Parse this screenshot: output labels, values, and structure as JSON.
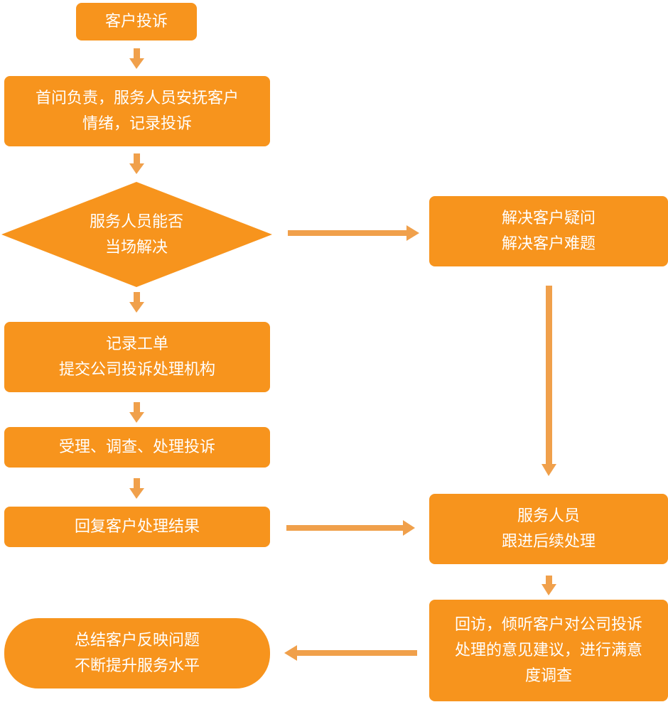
{
  "colors": {
    "fill": "#F7941D",
    "text": "#ffffff",
    "connector": "#F0A04B"
  },
  "nodes": {
    "complaint": {
      "lines": [
        "客户投诉"
      ]
    },
    "first_contact": {
      "lines": [
        "首问负责，服务人员安抚客户",
        "情绪，记录投诉"
      ]
    },
    "decision": {
      "lines": [
        "服务人员能否",
        "当场解决"
      ]
    },
    "resolve": {
      "lines": [
        "解决客户疑问",
        "解决客户难题"
      ]
    },
    "record_ticket": {
      "lines": [
        "记录工单",
        "提交公司投诉处理机构"
      ]
    },
    "handle": {
      "lines": [
        "受理、调查、处理投诉"
      ]
    },
    "reply": {
      "lines": [
        "回复客户处理结果"
      ]
    },
    "follow_up": {
      "lines": [
        "服务人员",
        "跟进后续处理"
      ]
    },
    "revisit": {
      "lines": [
        "回访，倾听客户对公司投诉",
        "处理的意见建议，进行满意",
        "度调查"
      ]
    },
    "summary": {
      "lines": [
        "总结客户反映问题",
        "不断提升服务水平"
      ]
    }
  }
}
